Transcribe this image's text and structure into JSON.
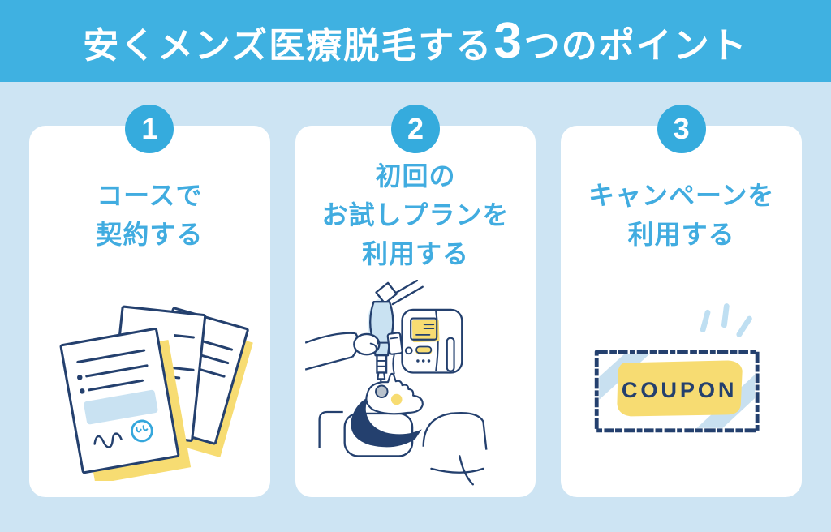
{
  "header": {
    "title_prefix": "安くメンズ医療脱毛する",
    "title_number": "3",
    "title_suffix": "つのポイント"
  },
  "cards": [
    {
      "number": "1",
      "title_lines": [
        "コースで",
        "契約する"
      ],
      "illustration": "contract-documents"
    },
    {
      "number": "2",
      "title_lines": [
        "初回の",
        "お試しプランを",
        "利用する"
      ],
      "illustration": "laser-treatment-machine"
    },
    {
      "number": "3",
      "title_lines": [
        "キャンペーンを",
        "利用する"
      ],
      "illustration": "coupon-ticket",
      "coupon_label": "COUPON"
    }
  ],
  "colors": {
    "header_bg": "#3FB1E1",
    "page_bg": "#CDE4F3",
    "card_bg": "#FFFFFF",
    "badge_bg": "#35ABDD",
    "heading_text": "#41ACE0",
    "outline_navy": "#24406E",
    "accent_yellow": "#F7DC72",
    "accent_pale_blue": "#C8E0F0",
    "title_text": "#FFFFFF"
  }
}
